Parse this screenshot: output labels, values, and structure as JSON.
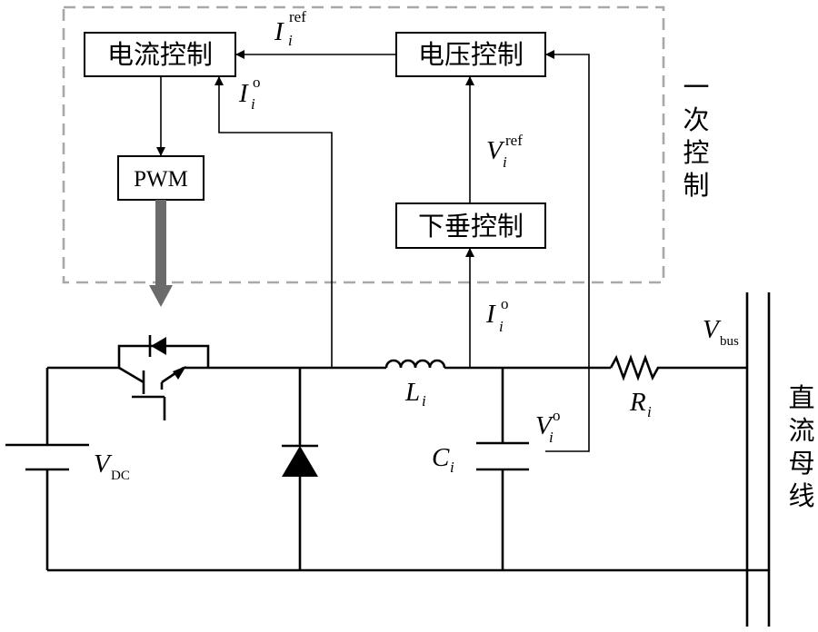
{
  "blocks": {
    "current_control": "电流控制",
    "voltage_control": "电压控制",
    "pwm": "PWM",
    "droop_control": "下垂控制"
  },
  "side_labels": {
    "primary_control": [
      "一",
      "次",
      "控",
      "制"
    ],
    "dc_bus": [
      "直",
      "流",
      "母",
      "线"
    ]
  },
  "signals": {
    "I_ref": {
      "main": "I",
      "sub": "i",
      "sup": "ref"
    },
    "I_o_feedback": {
      "main": "I",
      "sub": "i",
      "sup": "o"
    },
    "V_ref": {
      "main": "V",
      "sub": "i",
      "sup": "ref"
    },
    "I_o_droop": {
      "main": "I",
      "sub": "i",
      "sup": "o"
    },
    "V_o": {
      "main": "V",
      "sub": "i",
      "sup": "o"
    }
  },
  "components": {
    "L": {
      "main": "L",
      "sub": "i"
    },
    "C": {
      "main": "C",
      "sub": "i"
    },
    "R": {
      "main": "R",
      "sub": "i"
    },
    "V_DC": {
      "main": "V",
      "sub": "DC"
    },
    "V_bus": {
      "main": "V",
      "sub": "bus"
    }
  },
  "colors": {
    "line": "#000000",
    "dashed_box": "#a8a8a8",
    "pwm_arrow": "#6b6b6b"
  }
}
